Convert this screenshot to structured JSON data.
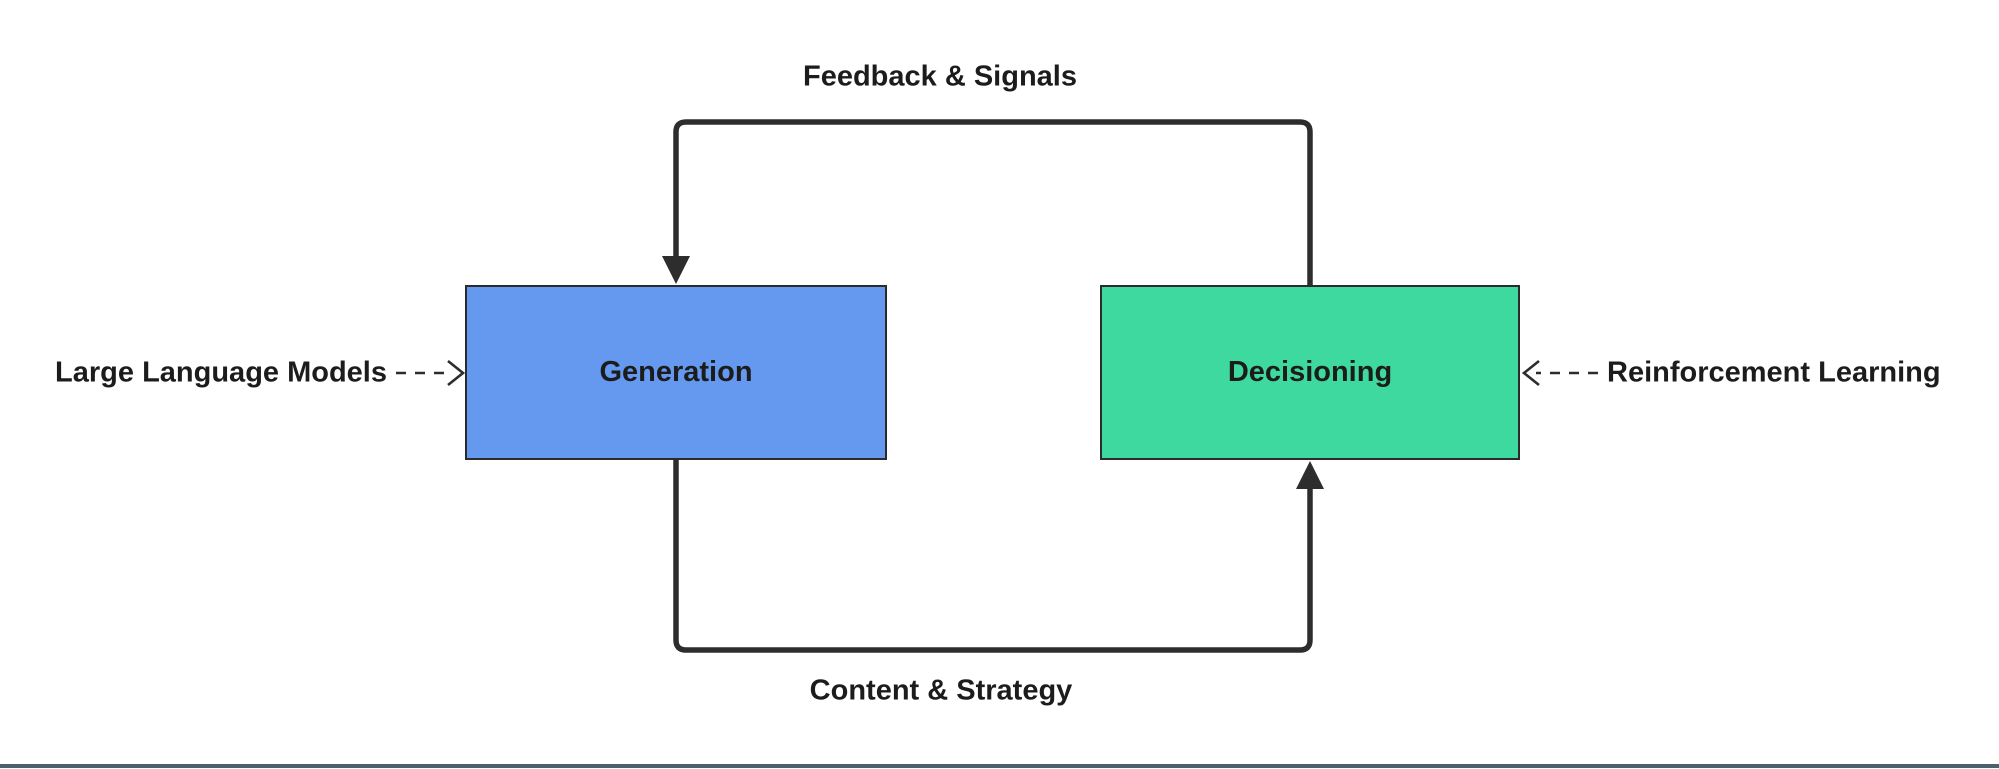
{
  "page": {
    "background_color": "#ffffff",
    "bottom_rule_color": "#49626b"
  },
  "diagram": {
    "type": "flowchart",
    "stroke_color": "#2d2d2d",
    "text_color": "#1c1c1c",
    "nodes": [
      {
        "id": "generation",
        "label": "Generation",
        "fill": "#6499EF",
        "border": "#2b2b2b"
      },
      {
        "id": "decisioning",
        "label": "Decisioning",
        "fill": "#3ED99E",
        "border": "#2b2b2b"
      }
    ],
    "edges": [
      {
        "id": "feedback-loop",
        "label": "Feedback & Signals",
        "from": "decisioning",
        "to": "generation",
        "style": "solid",
        "route": "top"
      },
      {
        "id": "content-loop",
        "label": "Content & Strategy",
        "from": "generation",
        "to": "decisioning",
        "style": "solid",
        "route": "bottom"
      },
      {
        "id": "llm-input",
        "label": "Large Language Models",
        "to": "generation",
        "style": "dashed",
        "route": "left"
      },
      {
        "id": "rl-input",
        "label": "Reinforcement Learning",
        "to": "decisioning",
        "style": "dashed",
        "route": "right"
      }
    ]
  }
}
